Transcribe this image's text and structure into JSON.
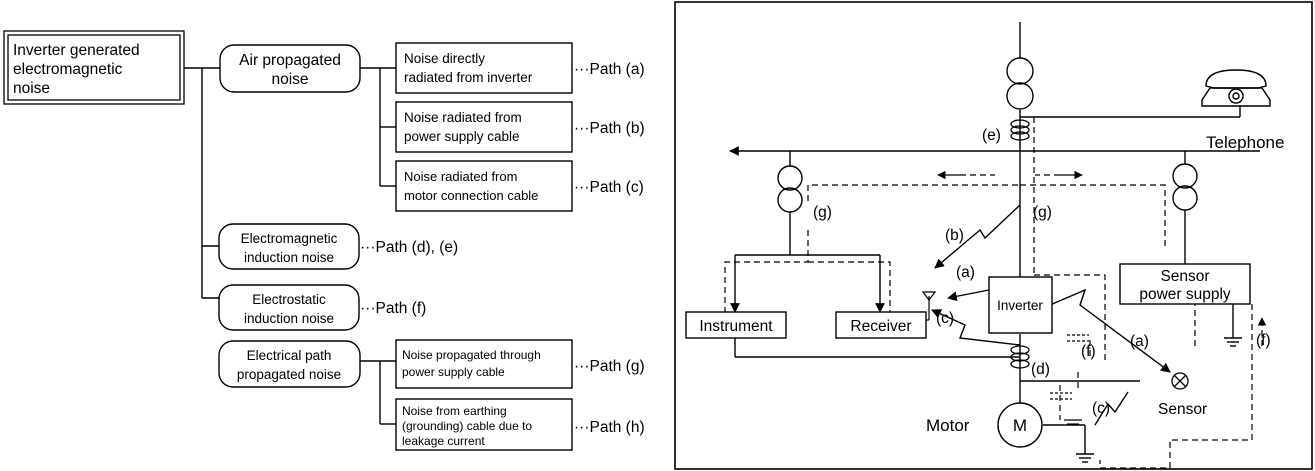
{
  "tree": {
    "root": [
      "Inverter generated",
      "electromagnetic",
      "noise"
    ],
    "air": [
      "Air propagated",
      "noise"
    ],
    "radiated_inverter": [
      "Noise directly",
      "radiated from inverter"
    ],
    "radiated_supply": [
      "Noise radiated from",
      "power supply cable"
    ],
    "radiated_motor": [
      "Noise radiated from",
      "motor connection cable"
    ],
    "em_induction": [
      "Electromagnetic",
      "induction noise"
    ],
    "es_induction": [
      "Electrostatic",
      "induction noise"
    ],
    "electrical": [
      "Electrical path",
      "propagated noise"
    ],
    "prop_supply": [
      "Noise propagated through",
      "power supply cable"
    ],
    "earthing": [
      "Noise from earthing",
      "(grounding) cable due to",
      "leakage current"
    ],
    "paths": {
      "a": "···Path (a)",
      "b": "···Path (b)",
      "c": "···Path (c)",
      "de": "···Path (d), (e)",
      "f": "···Path (f)",
      "g": "···Path (g)",
      "h": "···Path (h)"
    }
  },
  "circuit": {
    "telephone": "Telephone",
    "instrument": "Instrument",
    "receiver": "Receiver",
    "inverter": "Inverter",
    "sensor_supply": [
      "Sensor",
      "power supply"
    ],
    "sensor": "Sensor",
    "motor": "Motor",
    "motor_symbol": "M",
    "labels": {
      "a": "(a)",
      "b": "(b)",
      "c": "(c)",
      "d": "(d)",
      "e": "(e)",
      "f": "(f)",
      "g": "(g)"
    }
  }
}
